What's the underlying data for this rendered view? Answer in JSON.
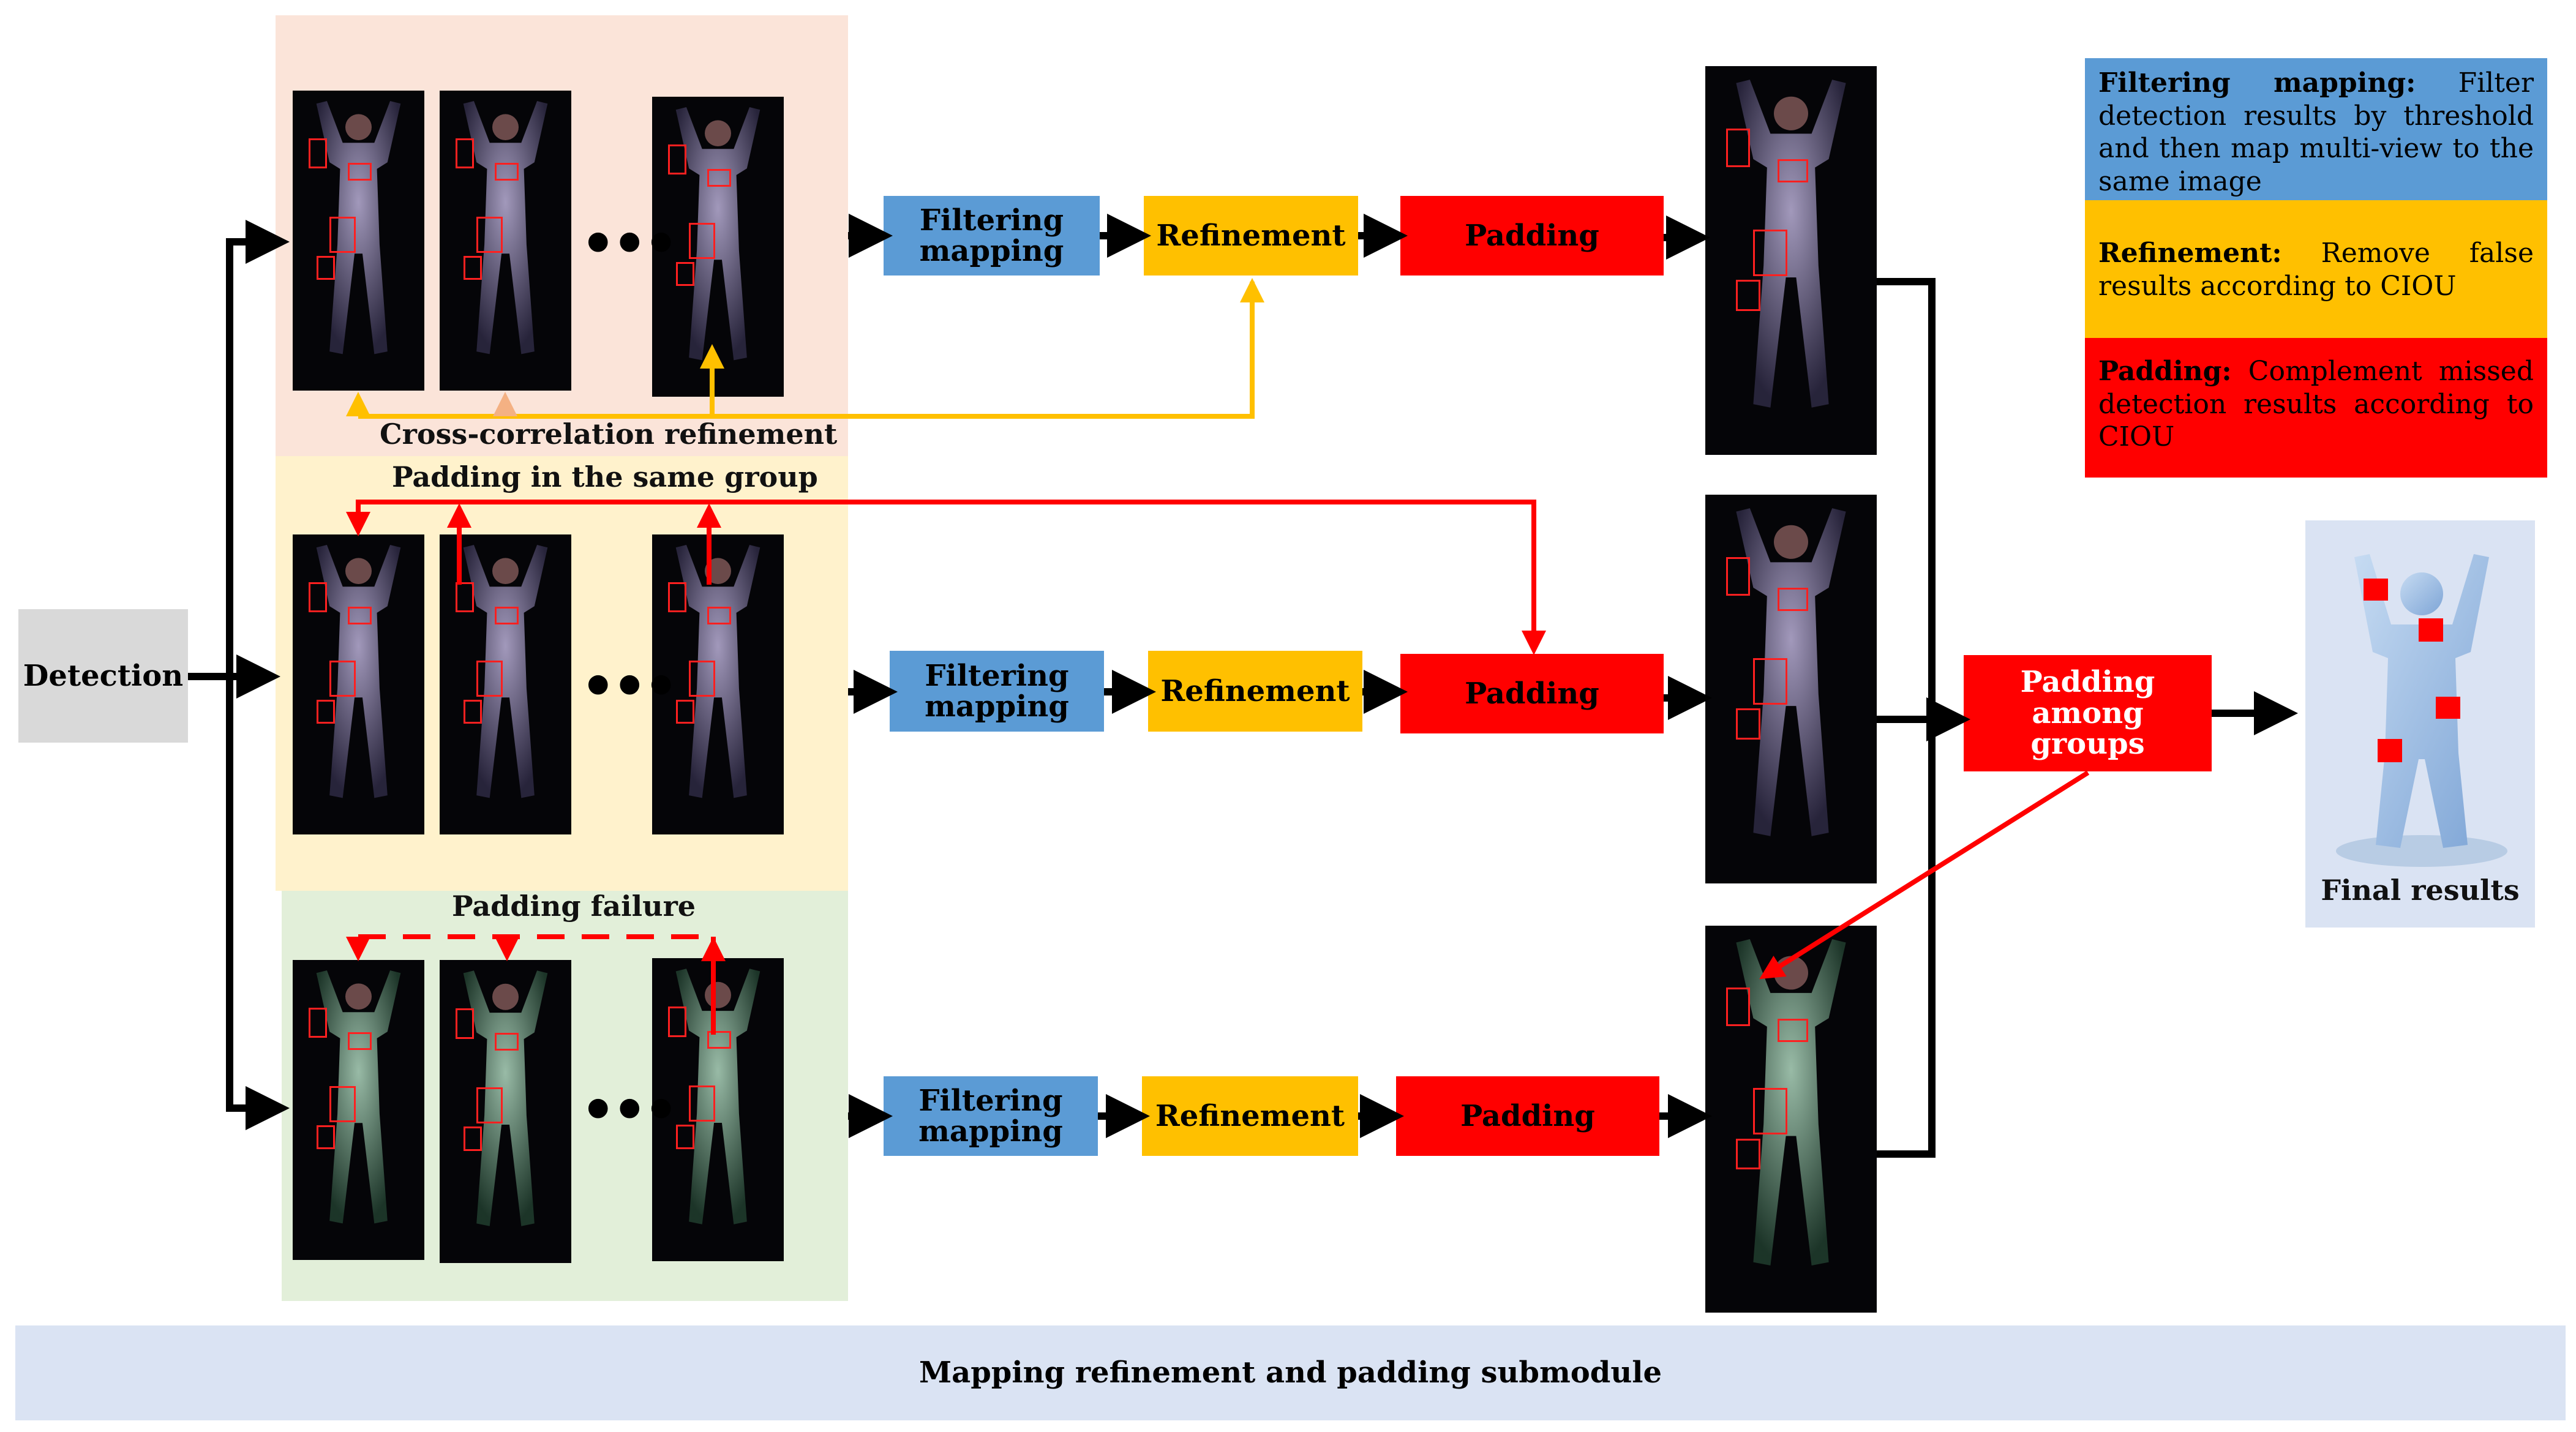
{
  "detection_label": "Detection",
  "groups": [
    {
      "filtering": "Filtering mapping",
      "refinement": "Refinement",
      "padding": "Padding"
    },
    {
      "filtering": "Filtering mapping",
      "refinement": "Refinement",
      "padding": "Padding"
    },
    {
      "filtering": "Filtering mapping",
      "refinement": "Refinement",
      "padding": "Padding"
    }
  ],
  "annotations": {
    "cross_correlation": "Cross-correlation refinement",
    "padding_same_group": "Padding in the same group",
    "padding_failure": "Padding failure"
  },
  "padding_among_groups": "Padding among groups",
  "final_results": "Final results",
  "legend": [
    {
      "term": "Filtering mapping:",
      "text": "Filter detection results by threshold and then map multi-view to the same image",
      "color": "#5b9bd5"
    },
    {
      "term": "Refinement:",
      "text": "Remove false results according to CIOU",
      "color": "#ffc000"
    },
    {
      "term": "Padding:",
      "text": "Complement missed detection results according to CIOU",
      "color": "#ff0000"
    }
  ],
  "footer": "Mapping refinement and padding submodule",
  "ellipsis": "•••",
  "colors": {
    "filtering": "#5b9bd5",
    "refinement": "#ffc000",
    "padding": "#ff0000",
    "detection": "#d9d9d9",
    "band_top": "#fbe4d9",
    "band_mid": "#fff2cc",
    "band_bottom": "#e2efd9",
    "footer_bg": "#dae3f3",
    "final_bg": "#dae3f3"
  }
}
